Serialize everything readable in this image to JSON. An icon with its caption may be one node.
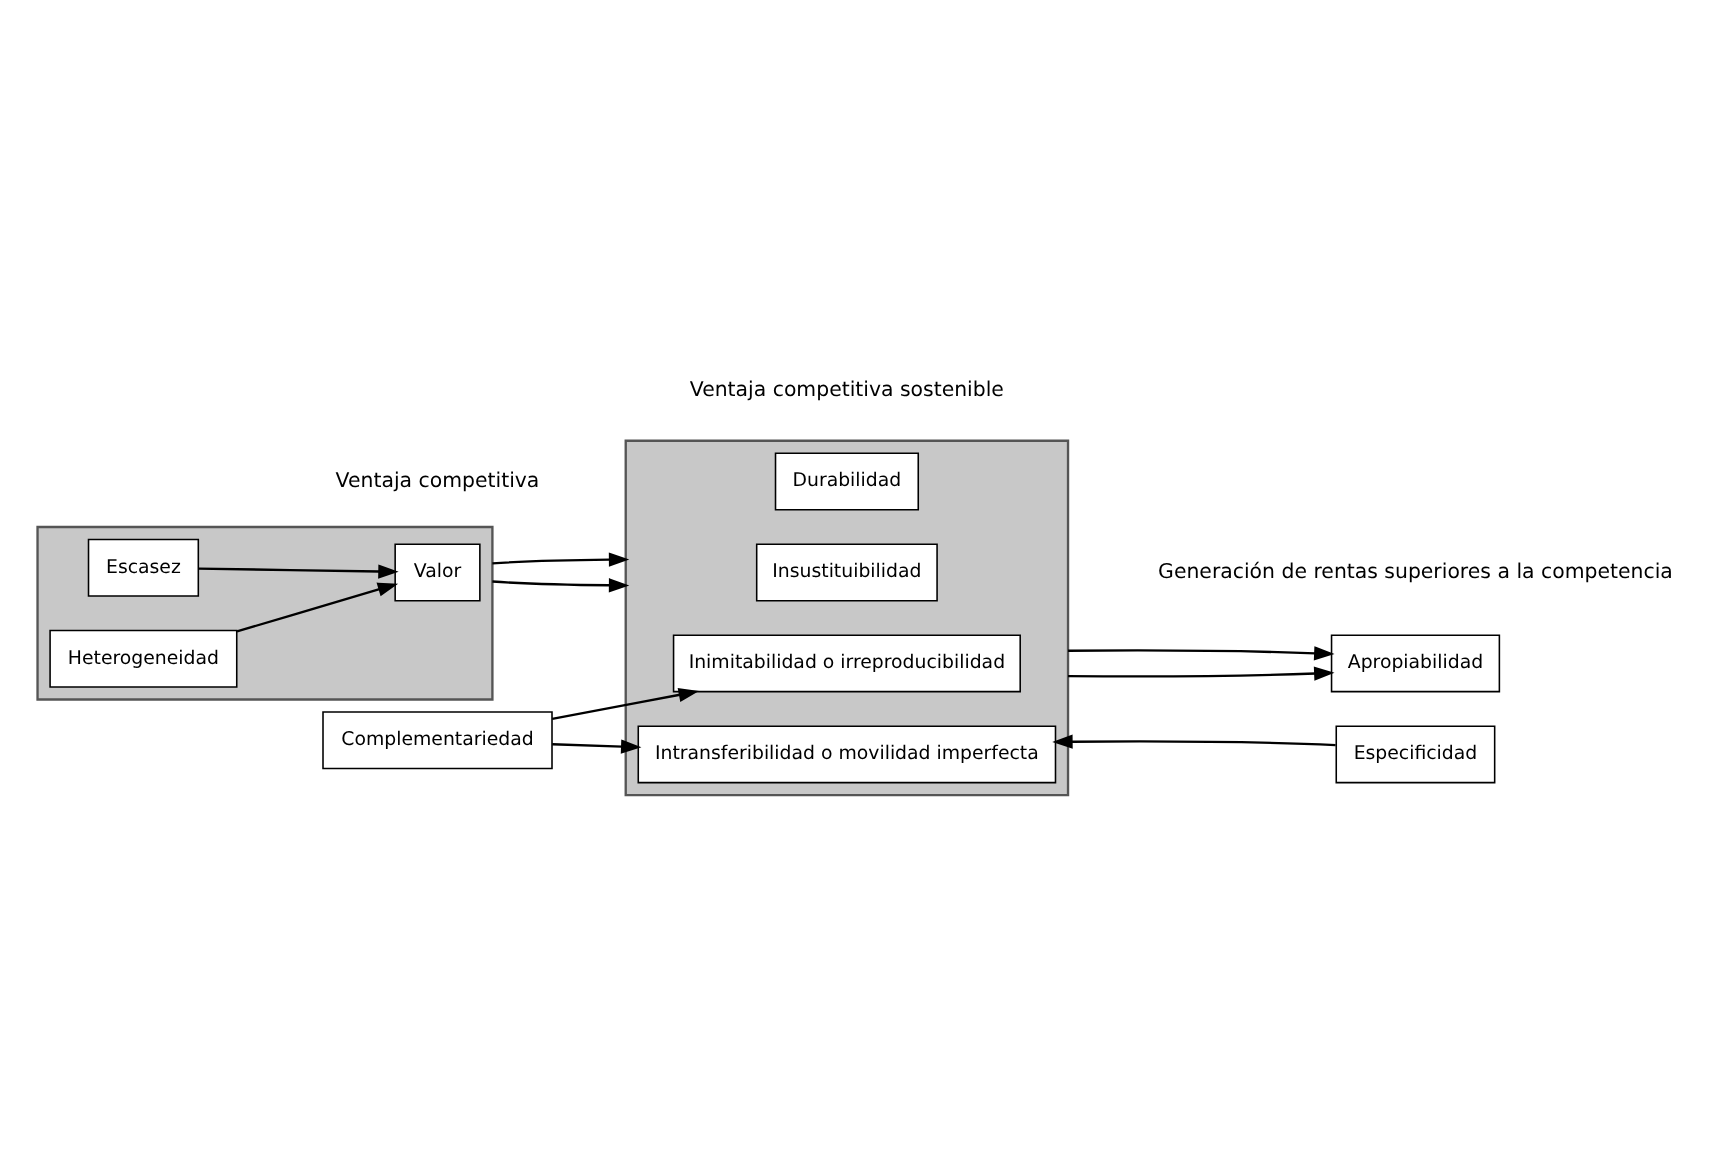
{
  "diagram": {
    "nodes": [
      {
        "text": [],
        "shape": "box"
      },
      {
        "text": [
          "Escasez"
        ],
        "in": 0
      },
      {
        "text": [
          "Valor"
        ],
        "in": 0
      },
      {
        "text": [
          "Heterogeneidad"
        ],
        "in": 0
      },
      {
        "text": [],
        "shape": "box"
      },
      {
        "text": [
          "Durabilidad"
        ],
        "in": 4
      },
      {
        "text": [
          "Insustituibilidad"
        ],
        "in": 4
      },
      {
        "text": [
          "Inimitabilidad o irreproducibilidad"
        ],
        "in": 4
      },
      {
        "text": [
          "Intransferibilidad o movilidad imperfecta"
        ],
        "in": 4
      },
      {
        "text": [
          "Apropiabilidad"
        ]
      },
      {
        "text": [
          "Especificidad"
        ]
      },
      {
        "text": [
          "Complementariedad"
        ]
      }
    ],
    "edges": [
      {
        "from": 1,
        "to": 2,
        "arrow": "to"
      },
      {
        "from": 3,
        "to": 2,
        "arrow": "to"
      },
      {
        "from": 0,
        "to": 4,
        "arrow": "to"
      },
      {
        "from": 0,
        "to": 4,
        "arrow": "to"
      },
      {
        "from": 4,
        "to": 9,
        "arrow": "to"
      },
      {
        "from": 4,
        "to": 9,
        "arrow": "to"
      },
      {
        "from": 10,
        "to": 8,
        "arrow": "to"
      },
      {
        "from": 11,
        "to": 8,
        "arrow": "to"
      },
      {
        "from": 11,
        "to": 7,
        "arrow": "to"
      }
    ],
    "labels": [
      "Ventaja competitiva",
      "Ventaja competitiva sostenible",
      "Generación de rentas superiores a la competencia"
    ]
  }
}
